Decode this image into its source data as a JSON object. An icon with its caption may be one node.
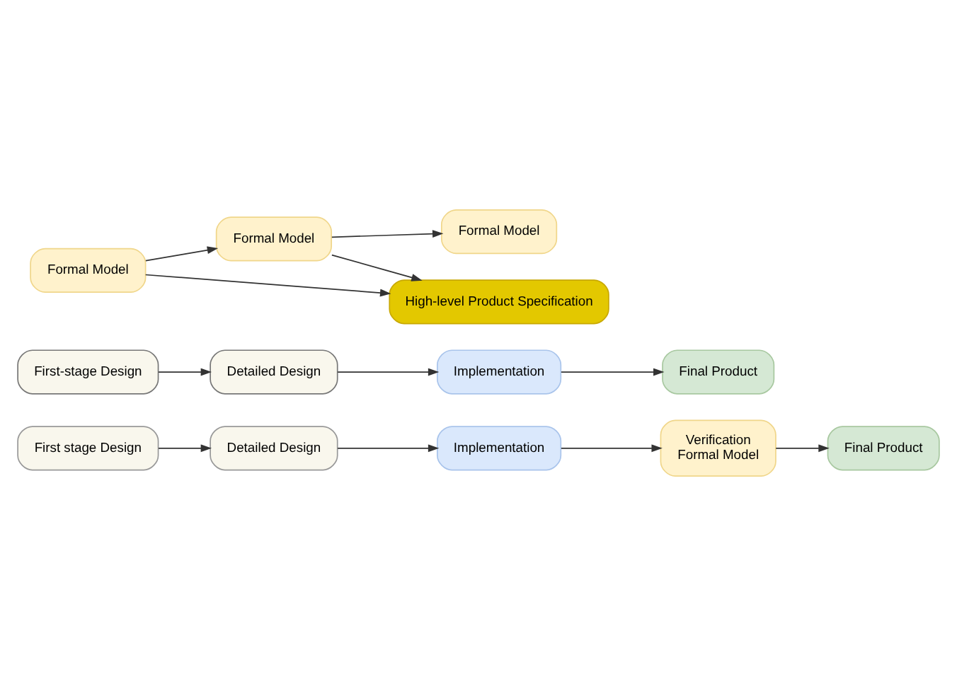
{
  "diagram": {
    "nodes": [
      {
        "text": [
          "First stage Design"
        ]
      },
      {
        "text": [
          "Detailed Design"
        ]
      },
      {
        "text": [
          "Implementation"
        ]
      },
      {
        "text": [
          "Verification",
          "Formal Model"
        ]
      },
      {
        "text": [
          "Final Product"
        ]
      },
      {
        "text": [
          "First-stage Design"
        ]
      },
      {
        "text": [
          "Formal Model"
        ]
      },
      {
        "text": [
          "Detailed Design"
        ]
      },
      {
        "text": [
          "Formal Model"
        ]
      },
      {
        "text": [
          "Implementation"
        ]
      },
      {
        "text": [
          "Formal Model"
        ]
      },
      {
        "text": [
          "Final Product"
        ]
      },
      {
        "text": [
          "High-level Product Specification"
        ]
      }
    ],
    "edges": [
      {
        "from": 0,
        "to": 1,
        "arrow": "to"
      },
      {
        "from": 1,
        "to": 2,
        "arrow": "to"
      },
      {
        "from": 2,
        "to": 3,
        "arrow": "to"
      },
      {
        "from": 3,
        "to": 4,
        "arrow": "to"
      },
      {
        "from": 5,
        "to": 7,
        "arrow": "to"
      },
      {
        "from": 6,
        "to": 8,
        "arrow": "to"
      },
      {
        "from": 7,
        "to": 9,
        "arrow": "to"
      },
      {
        "from": 8,
        "to": 10,
        "arrow": "to"
      },
      {
        "from": 9,
        "to": 11,
        "arrow": "to"
      },
      {
        "from": 6,
        "to": 12,
        "arrow": "to"
      },
      {
        "from": 8,
        "to": 12,
        "arrow": "to"
      }
    ]
  }
}
